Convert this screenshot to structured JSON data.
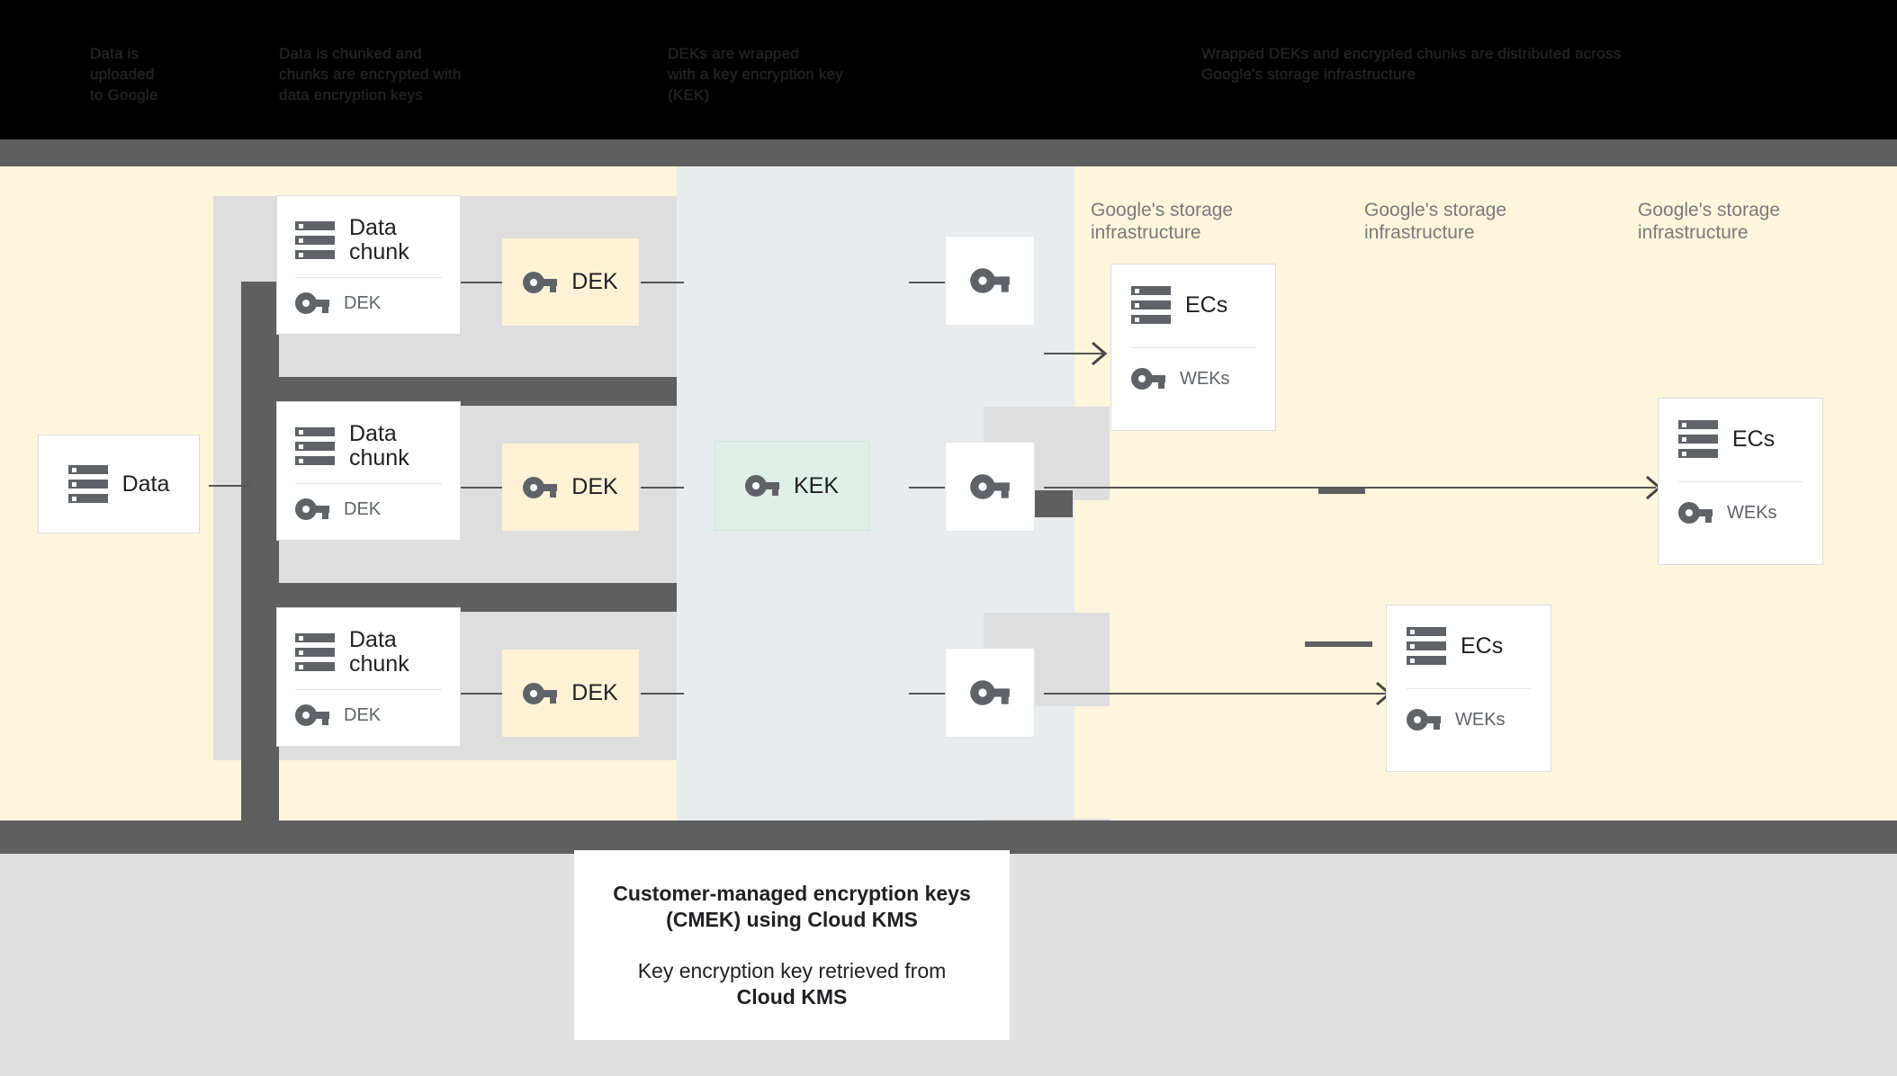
{
  "top_banner": {
    "columns": [
      "Data is\nuploaded\nto Google",
      "Data is chunked and\nchunks are encrypted with\ndata encryption keys",
      "DEKs are wrapped\nwith a key encryption key\n(KEK)",
      "Wrapped DEKs and encrypted chunks are distributed across\nGoogle's storage infrastructure"
    ]
  },
  "diagram": {
    "data_box": {
      "label": "Data",
      "icon": "server-stack-icon"
    },
    "chunks": [
      {
        "title": "Data\nchunk",
        "key_label": "DEK"
      },
      {
        "title": "Data\nchunk",
        "key_label": "DEK"
      },
      {
        "title": "Data\nchunk",
        "key_label": "DEK"
      }
    ],
    "deks": [
      {
        "label": "DEK"
      },
      {
        "label": "DEK"
      },
      {
        "label": "DEK"
      }
    ],
    "kek": {
      "label": "KEK"
    },
    "wrapped_keys": [
      {
        "icon": "key-icon"
      },
      {
        "icon": "key-icon"
      },
      {
        "icon": "key-icon"
      }
    ],
    "infra_labels": [
      "Google's storage\ninfrastructure",
      "Google's storage\ninfrastructure",
      "Google's storage\ninfrastructure"
    ],
    "ec_cards": [
      {
        "title": "ECs",
        "key_label": "WEKs"
      },
      {
        "title": "ECs",
        "key_label": "WEKs"
      },
      {
        "title": "ECs",
        "key_label": "WEKs"
      }
    ]
  },
  "caption": {
    "line1": "Customer-managed encryption keys",
    "line2": "(CMEK) using Cloud KMS",
    "line3": "Key encryption key retrieved from",
    "line4": "Cloud KMS"
  },
  "colors": {
    "panel_cream": "#fdf5dc",
    "panel_grayblue": "#e8ecee",
    "chunk_band": "#dedede",
    "dek_fill": "#fdf2d5",
    "kek_fill": "#e0f0e9",
    "bar_dark": "#5f5f5f",
    "text_muted": "#7a7a7a",
    "bottom_bg": "#e0e0e0"
  }
}
